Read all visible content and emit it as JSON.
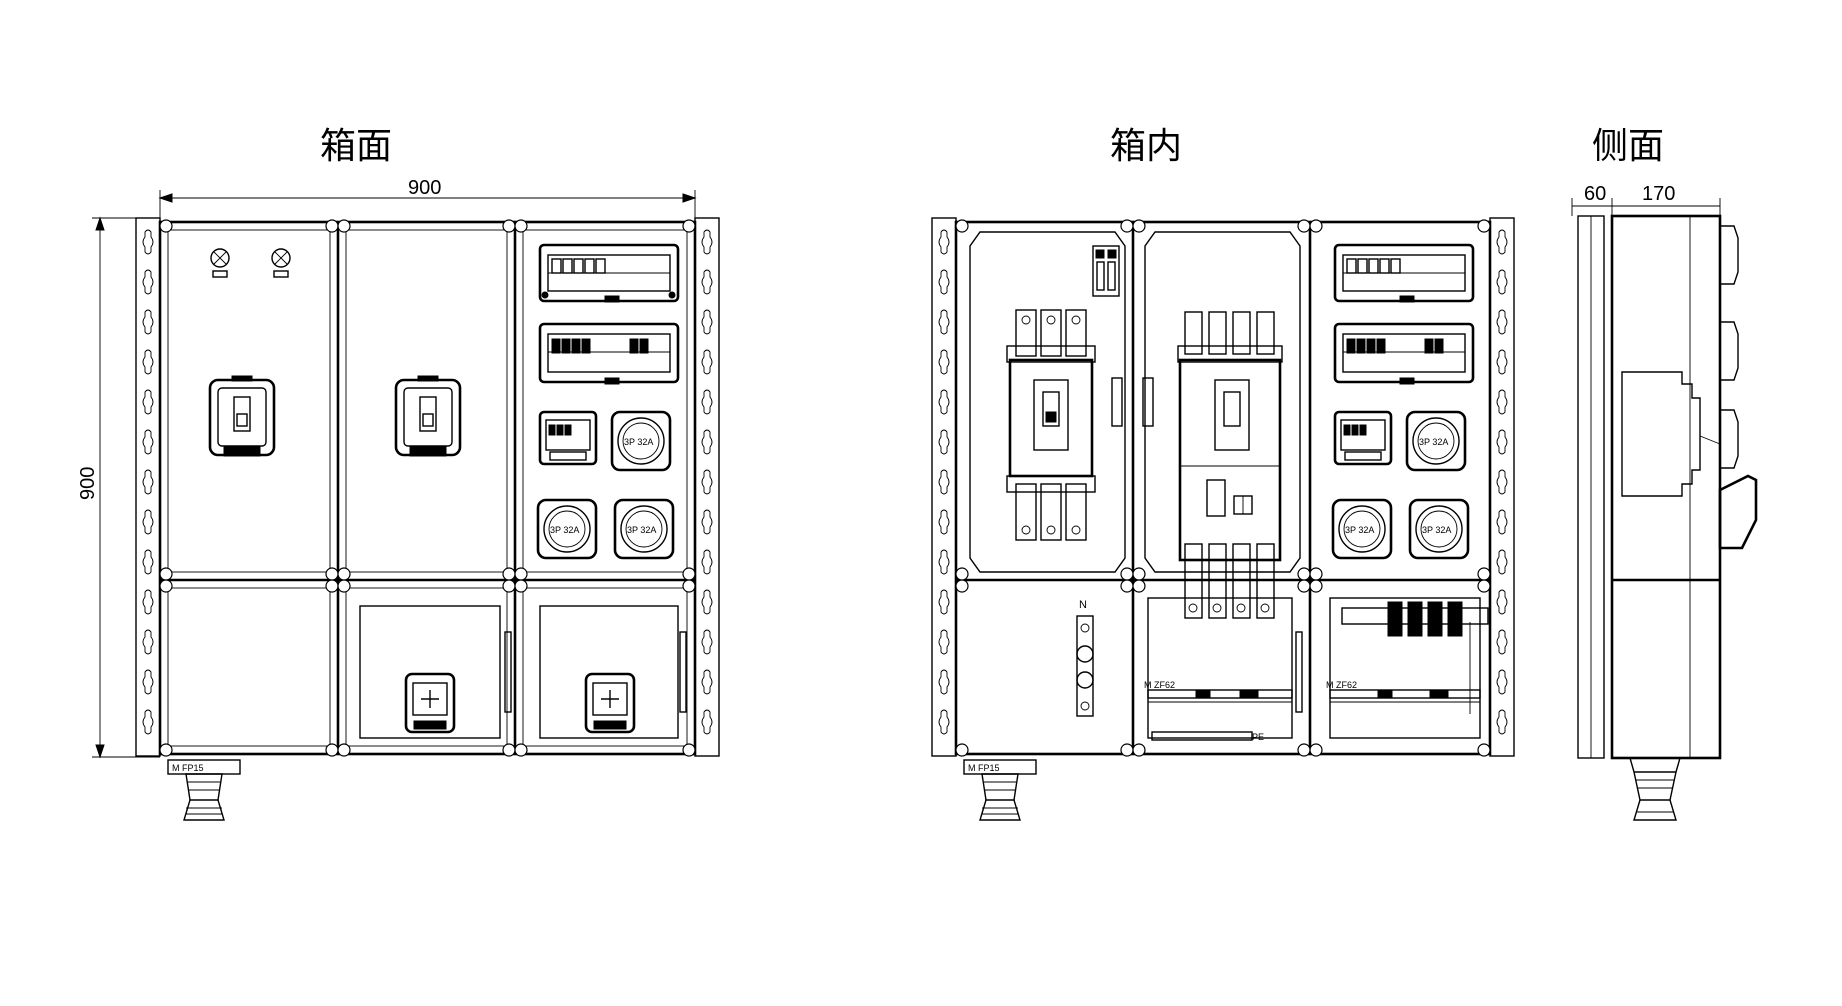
{
  "titles": {
    "front": "箱面",
    "inside": "箱内",
    "side": "侧面"
  },
  "dimensions": {
    "width": "900",
    "height": "900",
    "side_depth_a": "60",
    "side_depth_b": "170"
  },
  "labels": {
    "socket_rating": "3P 32A",
    "gland_front": "M FP15",
    "gland_inside": "M FP15",
    "terminal_left": "M ZF62",
    "terminal_right": "M ZF62",
    "neutral": "N",
    "pe": "PE"
  },
  "colors": {
    "line": "#000000",
    "background": "#ffffff"
  }
}
